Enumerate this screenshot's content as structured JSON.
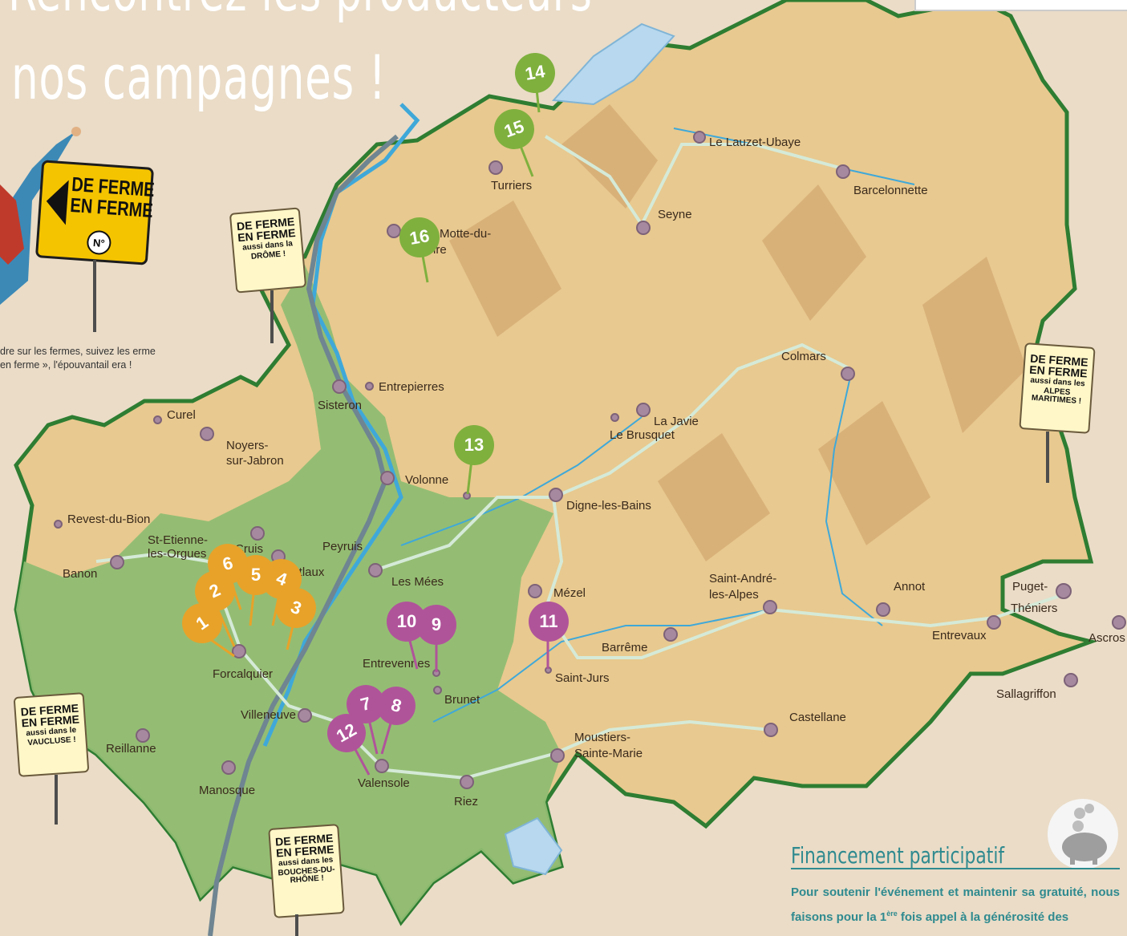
{
  "title": {
    "line1": "Rencontrez les producteurs",
    "line2": "nos campagnes !"
  },
  "intro_text": "dre sur les fermes, suivez les erme en ferme », l'épouvantail era !",
  "big_sign": {
    "text_line1": "DE FERME",
    "text_line2": "EN FERME",
    "number_label": "N°"
  },
  "signs": [
    {
      "line1": "DE FERME",
      "line2": "EN FERME",
      "line3": "aussi dans la",
      "line4": "DRÔME !"
    },
    {
      "line1": "DE FERME",
      "line2": "EN FERME",
      "line3": "aussi dans les",
      "line4": "ALPES MARITIMES !"
    },
    {
      "line1": "DE FERME",
      "line2": "EN FERME",
      "line3": "aussi dans le",
      "line4": "VAUCLUSE !"
    },
    {
      "line1": "DE FERME",
      "line2": "EN FERME",
      "line3": "aussi dans les",
      "line4": "BOUCHES-DU-RHÔNE !"
    }
  ],
  "places": [
    "Le Lauzet-Ubaye",
    "Barcelonnette",
    "Turriers",
    "Seyne",
    "Motte-du-",
    "ire",
    "Colmars",
    "Entrepierres",
    "Sisteron",
    "La Javie",
    "Le Brusquet",
    "Curel",
    "Noyers-",
    "sur-Jabron",
    "Volonne",
    "Digne-les-Bains",
    "Revest-du-Bion",
    "St-Etienne-",
    "les-Orgues",
    "Cruis",
    "Peyruis",
    "ontlaux",
    "Banon",
    "Les Mées",
    "Mézel",
    "Saint-André-",
    "les-Alpes",
    "Annot",
    "Puget-",
    "Théniers",
    "Entrevaux",
    "Ascros",
    "Barrême",
    "Forcalquier",
    "Entrevennes",
    "Saint-Jurs",
    "Brunet",
    "Sallagriffon",
    "Villeneuve",
    "Castellane",
    "Reillanne",
    "Moustiers-",
    "Sainte-Marie",
    "Manosque",
    "Valensole",
    "Riez"
  ],
  "pins": [
    "1",
    "2",
    "3",
    "4",
    "5",
    "6",
    "7",
    "8",
    "9",
    "10",
    "11",
    "12",
    "13",
    "14",
    "15",
    "16"
  ],
  "colors": {
    "orange": "#e8a229",
    "purple": "#b0549a",
    "green": "#7fb03e",
    "green_zone": "#8fbd72",
    "mountain": "#e8c98f",
    "border": "#2e7d32",
    "river": "#3fa8d9",
    "road": "#6f8591"
  },
  "funding": {
    "title": "Financement participatif",
    "text_part1": "Pour soutenir l'événement et maintenir sa gratuité, nous faisons pour la 1",
    "superscript": "ère",
    "text_part2": " fois appel à la générosité des"
  }
}
